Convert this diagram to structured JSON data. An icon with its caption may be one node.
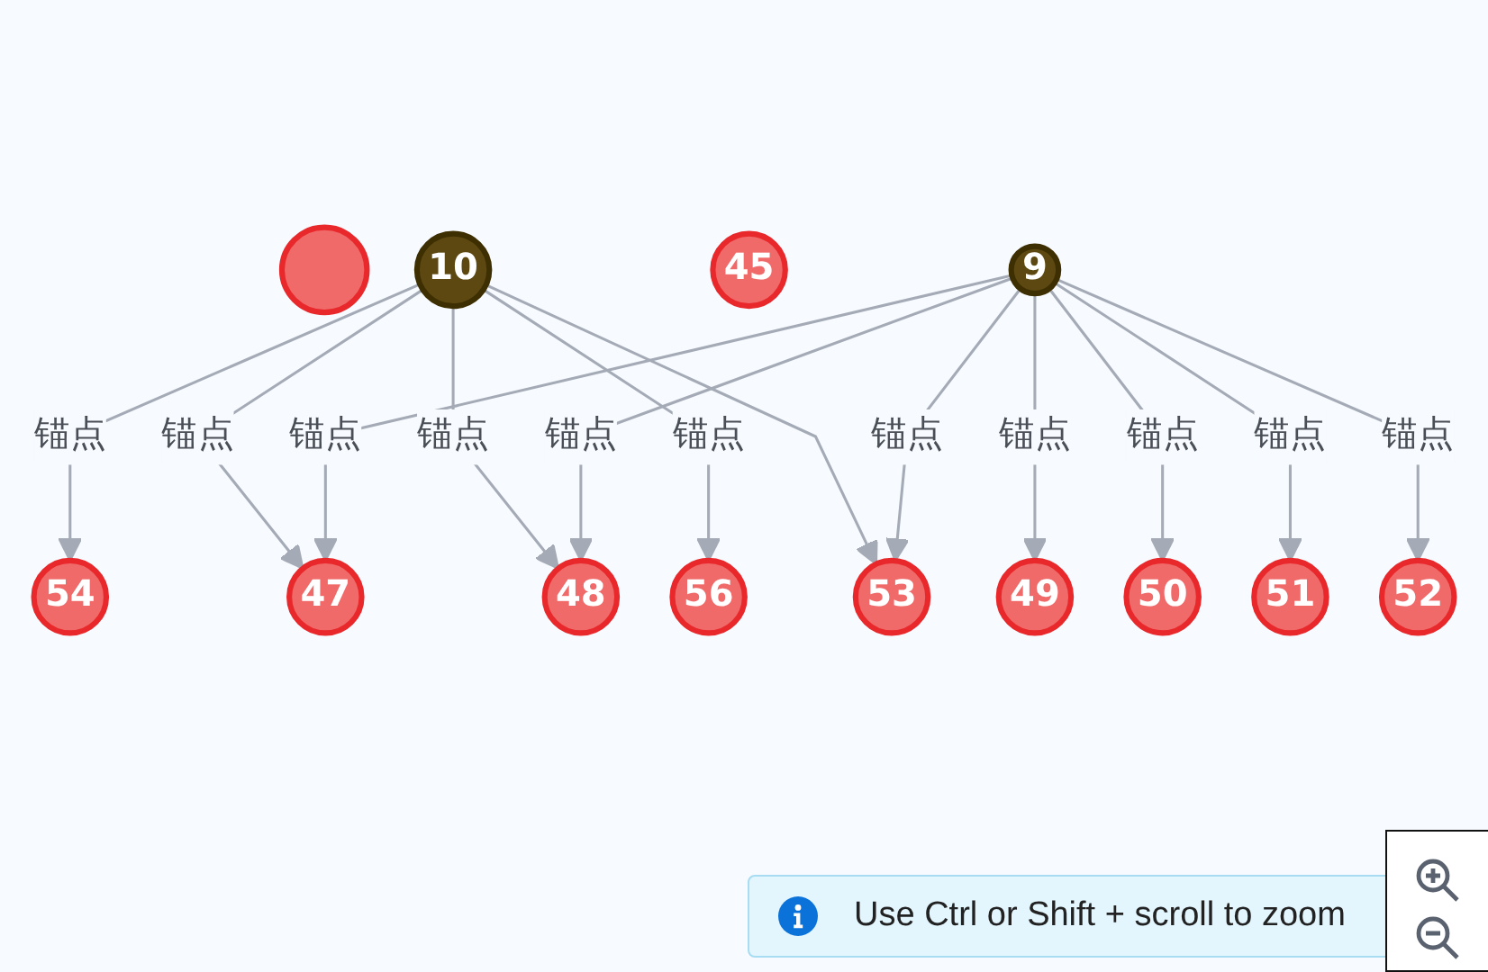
{
  "diagram": {
    "nodes": [
      {
        "text": [
          "54"
        ]
      },
      {
        "text": [],
        "shape": "circle"
      },
      {
        "text": [
          "47"
        ]
      },
      {
        "text": [
          "10"
        ]
      },
      {
        "text": [
          "56"
        ]
      },
      {
        "text": [
          "48"
        ]
      },
      {
        "text": [
          "45"
        ]
      },
      {
        "text": [
          "52"
        ]
      },
      {
        "text": [
          "9"
        ]
      },
      {
        "text": [
          "49"
        ]
      },
      {
        "text": [
          "53"
        ]
      },
      {
        "text": [
          "50"
        ]
      },
      {
        "text": [
          "51"
        ]
      }
    ],
    "edges": [
      {
        "from": 3,
        "to": 0,
        "arrow": "to",
        "label": "锚点"
      },
      {
        "from": 3,
        "to": 2,
        "arrow": "to",
        "label": "锚点"
      },
      {
        "from": 3,
        "to": 5,
        "arrow": "to",
        "label": "锚点"
      },
      {
        "from": 3,
        "to": 4,
        "arrow": "to",
        "label": "锚点"
      },
      {
        "from": 3,
        "to": 10,
        "arrow": "to"
      },
      {
        "from": 8,
        "to": 2,
        "arrow": "to",
        "label": "锚点"
      },
      {
        "from": 8,
        "to": 5,
        "arrow": "to",
        "label": "锚点"
      },
      {
        "from": 8,
        "to": 9,
        "arrow": "to",
        "label": "锚点"
      },
      {
        "from": 8,
        "to": 11,
        "arrow": "to",
        "label": "锚点"
      },
      {
        "from": 8,
        "to": 12,
        "arrow": "to",
        "label": "锚点"
      },
      {
        "from": 8,
        "to": 7,
        "arrow": "to",
        "label": "锚点"
      },
      {
        "from": 8,
        "to": 10,
        "arrow": "to",
        "label": "锚点"
      }
    ],
    "labels": [
      "Use Ctrl or Shift + scroll to zoom"
    ]
  }
}
